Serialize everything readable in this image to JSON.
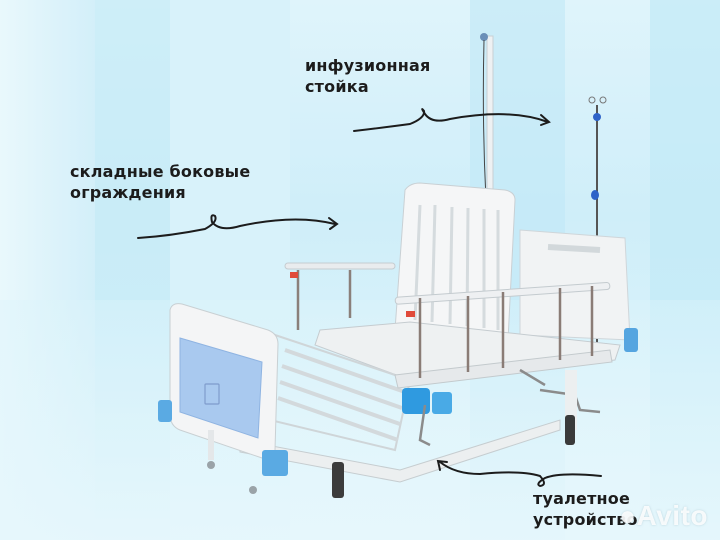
{
  "annotations": [
    {
      "id": "iv-stand",
      "line1": "инфузионная",
      "line2": "стойка"
    },
    {
      "id": "side-rails",
      "line1": "складные боковые",
      "line2": "ограждения"
    },
    {
      "id": "toilet",
      "line1": "туалетное",
      "line2": "устройство"
    }
  ],
  "watermark": {
    "text": "Avito"
  },
  "colors": {
    "background": "#d6f0f9",
    "accent_blue": "#6aaee0",
    "bed_white": "#f2f4f5",
    "text": "#1c1c1c"
  }
}
